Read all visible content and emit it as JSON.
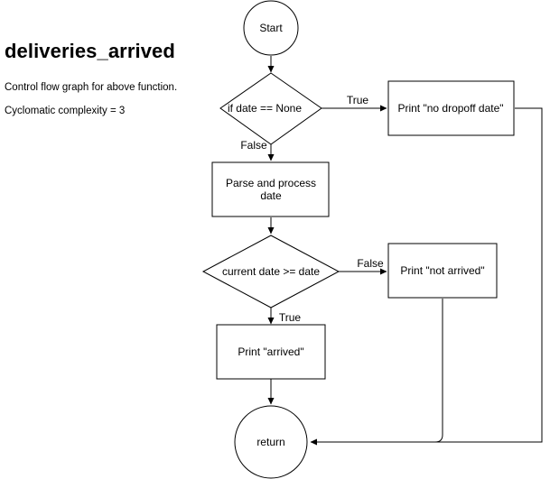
{
  "title": "deliveries_arrived",
  "description": "Control flow graph for above function.",
  "complexity": "Cyclomatic complexity = 3",
  "nodes": {
    "start": "Start",
    "cond1": "if date == None",
    "print_no_dropoff": "Print \"no dropoff date\"",
    "parse_line1": "Parse and process",
    "parse_line2": "date",
    "cond2": "current date >= date",
    "print_not_arrived": "Print \"not arrived\"",
    "print_arrived": "Print \"arrived\"",
    "return": "return"
  },
  "edge_labels": {
    "cond1_true": "True",
    "cond1_false": "False",
    "cond2_false": "False",
    "cond2_true": "True"
  }
}
